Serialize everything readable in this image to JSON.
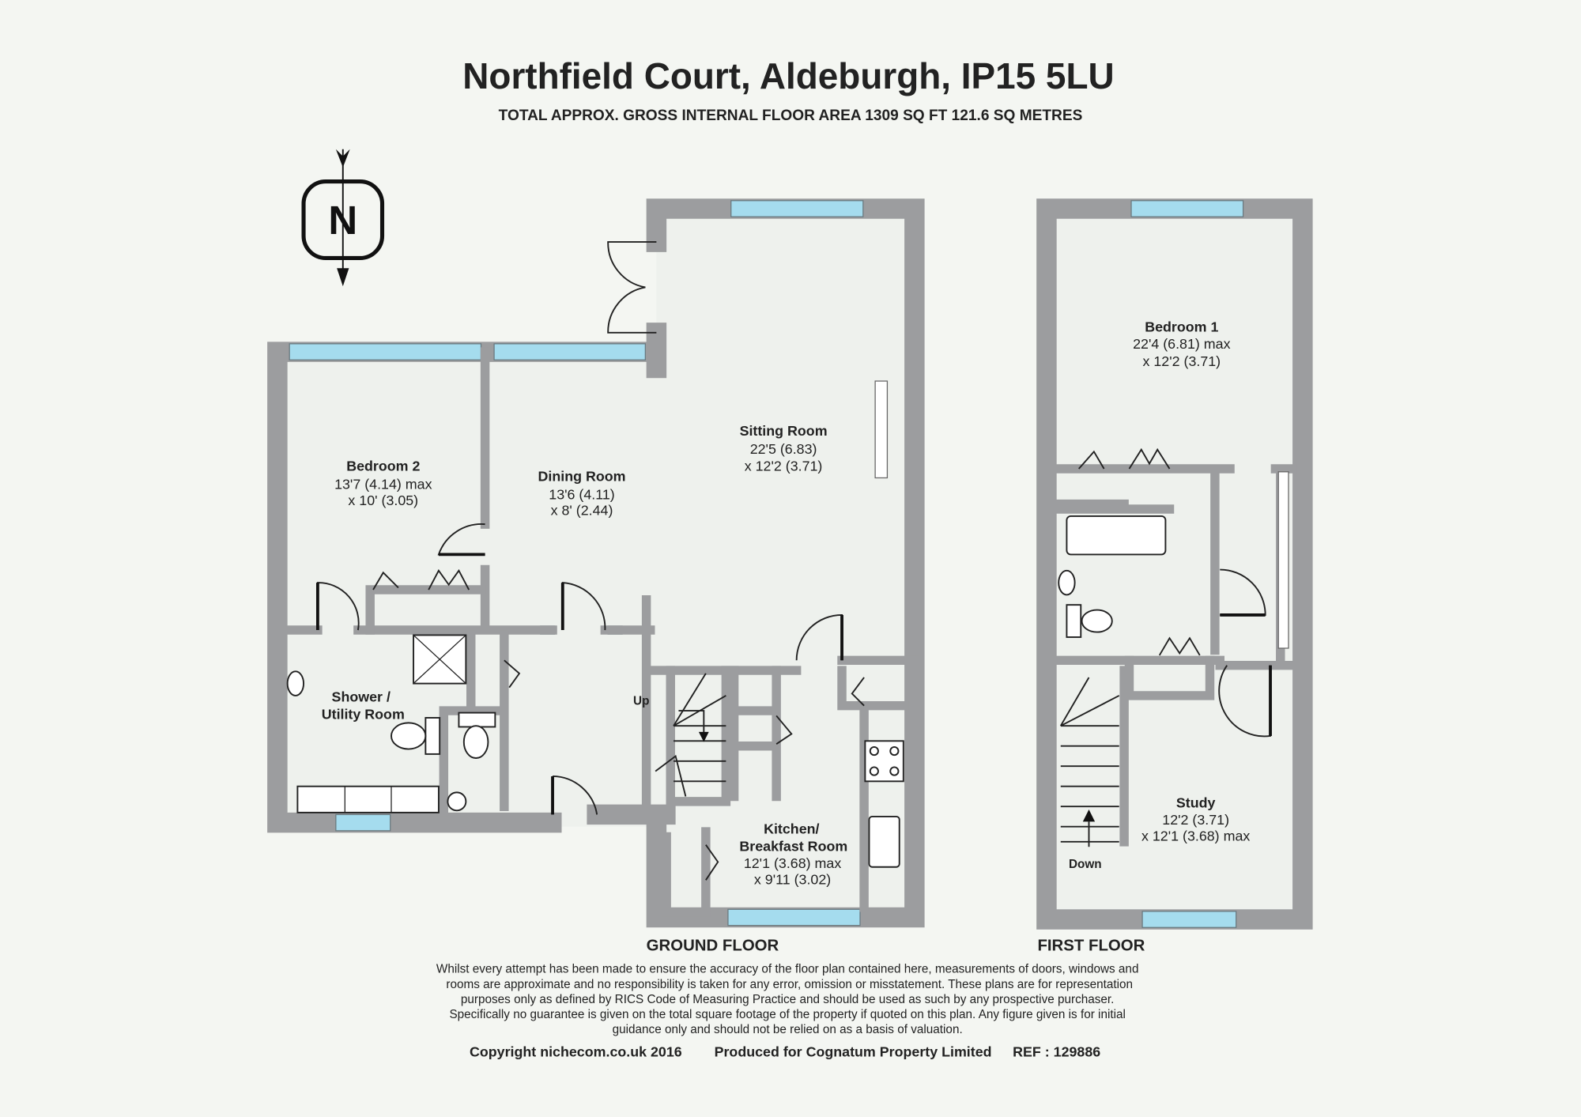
{
  "header": {
    "title": "Northfield Court, Aldeburgh, IP15 5LU",
    "subtitle": "TOTAL APPROX. GROSS INTERNAL FLOOR AREA 1309 SQ FT 121.6 SQ METRES"
  },
  "compass": {
    "letter": "N"
  },
  "ground_floor": {
    "label": "GROUND FLOOR",
    "rooms": [
      {
        "name": "Sitting Room",
        "dim1": "22'5 (6.83)",
        "dim2": "x 12'2 (3.71)"
      },
      {
        "name": "Dining Room",
        "dim1": "13'6 (4.11)",
        "dim2": "x 8' (2.44)"
      },
      {
        "name": "Bedroom 2",
        "dim1": "13'7 (4.14) max",
        "dim2": "x 10' (3.05)"
      },
      {
        "name": "Shower /",
        "dim1": "Utility Room"
      },
      {
        "name": "Kitchen/",
        "name2": "Breakfast Room",
        "dim1": "12'1 (3.68) max",
        "dim2": "x 9'11 (3.02)"
      }
    ],
    "stairs_label": "Up"
  },
  "first_floor": {
    "label": "FIRST FLOOR",
    "rooms": [
      {
        "name": "Bedroom 1",
        "dim1": "22'4 (6.81) max",
        "dim2": "x 12'2 (3.71)"
      },
      {
        "name": "Study",
        "dim1": "12'2 (3.71)",
        "dim2": "x 12'1 (3.68) max"
      }
    ],
    "stairs_label": "Down"
  },
  "disclaimer": [
    "Whilst every attempt has been made to ensure the accuracy of the floor plan contained here, measurements of doors, windows and",
    "rooms are approximate and no responsibility is taken for any error, omission or misstatement. These plans are for representation",
    "purposes only as defined by RICS Code of Measuring Practice and should be used as such by any prospective purchaser.",
    "Specifically no guarantee is given on the total square footage of the property if quoted on this plan. Any figure given is for initial",
    "guidance only and should not be relied on as a basis of valuation."
  ],
  "footer": {
    "copyright": "Copyright nichecom.co.uk 2016",
    "produced": "Produced for Cognatum Property Limited",
    "ref": "REF :  129886"
  },
  "colors": {
    "wall": "#9c9d9f",
    "floor": "#eef1ed",
    "window": "#a5dcee",
    "background": "#f4f6f2"
  }
}
